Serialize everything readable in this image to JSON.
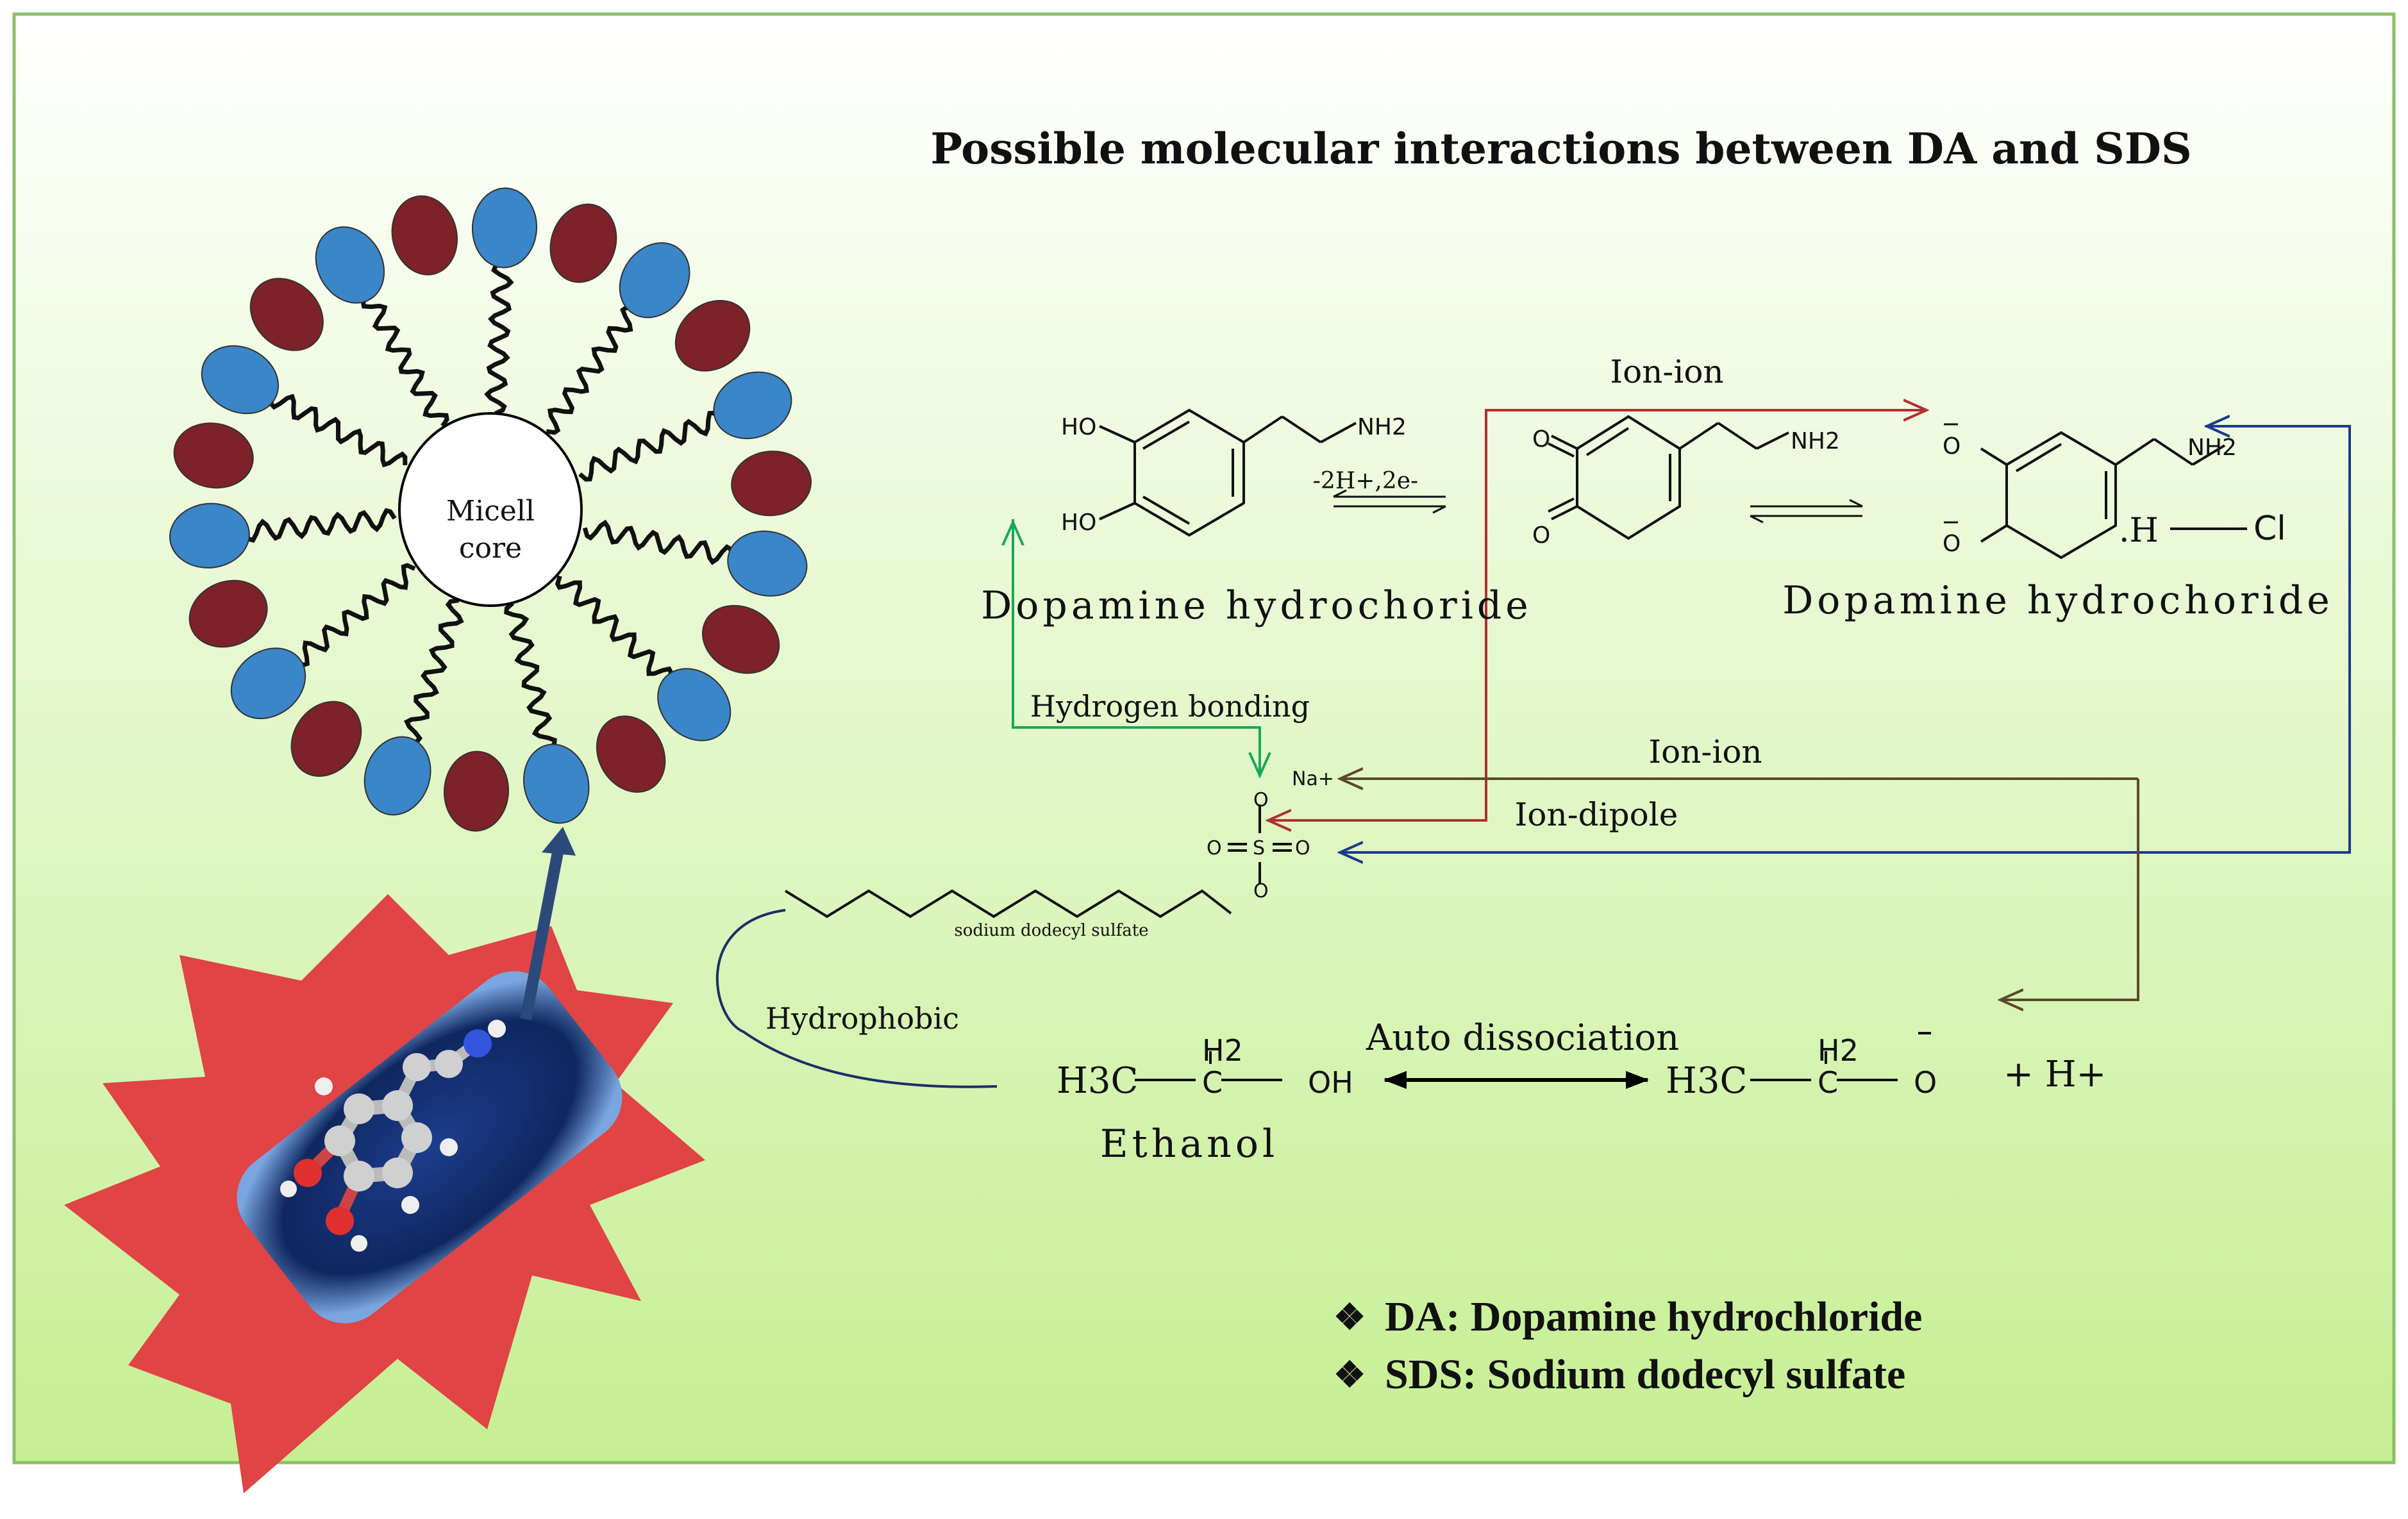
{
  "title": "Possible molecular interactions between DA and SDS",
  "micelle": {
    "core_line1": "Micell",
    "core_line2": "core"
  },
  "labels": {
    "ion_ion_top": "Ion-ion",
    "ion_ion_mid": "Ion-ion",
    "ion_dipole": "Ion-dipole",
    "hydrogen_bonding": "Hydrogen bonding",
    "hydrophobic": "Hydrophobic",
    "auto_dissociation": "Auto dissociation",
    "redox": "-2H+,2e-",
    "sds_name": "sodium dodecyl sulfate",
    "dopamine_left": "Dopamine hydrochoride",
    "dopamine_right": "Dopamine hydrochoride",
    "ethanol": "Ethanol",
    "hcl_h": ".H",
    "hcl_cl": "Cl",
    "plus_h": "+ H+"
  },
  "atoms": {
    "ho": "HO",
    "nh2": "NH2",
    "o": "O",
    "na": "Na+",
    "s": "S",
    "h3c": "H3C",
    "h2": "H2",
    "c": "C",
    "oh": "OH"
  },
  "legend": [
    {
      "text": "DA: Dopamine hydrochloride"
    },
    {
      "text": "SDS: Sodium dodecyl sulfate"
    }
  ],
  "colors": {
    "background_top": "#ffffff",
    "background_bottom": "#c6ef93",
    "blue_head": "#3a86c8",
    "red_head": "#7d2228",
    "star": "#e04444",
    "green_arrow": "#1aa85a",
    "red_arrow": "#b03030",
    "blue_arrow": "#1c3a8a",
    "brown_arrow": "#5a4a2a"
  }
}
